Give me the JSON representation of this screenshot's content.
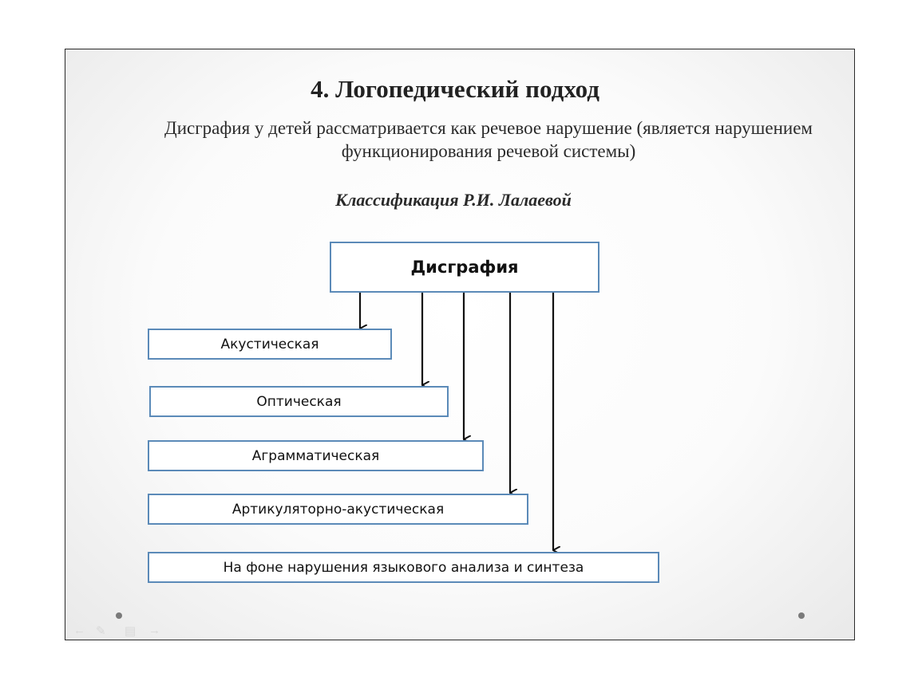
{
  "slide": {
    "title": "4. Логопедический подход",
    "subtitle": "Дисграфия у детей рассматривается как речевое нарушение (является нарушением функционирования речевой системы)",
    "classification_title": "Классификация Р.И. Лалаевой"
  },
  "diagram": {
    "root": "Дисграфия",
    "children": [
      "Акустическая",
      "Оптическая",
      "Аграмматическая",
      "Артикуляторно-акустическая",
      "На фоне нарушения языкового анализа и синтеза"
    ],
    "box_border_color": "#5b8ab8",
    "arrow_color": "#111111"
  },
  "nav": {
    "icons": [
      "arrow-left-icon",
      "pen-icon",
      "slides-icon",
      "arrow-right-icon"
    ]
  }
}
